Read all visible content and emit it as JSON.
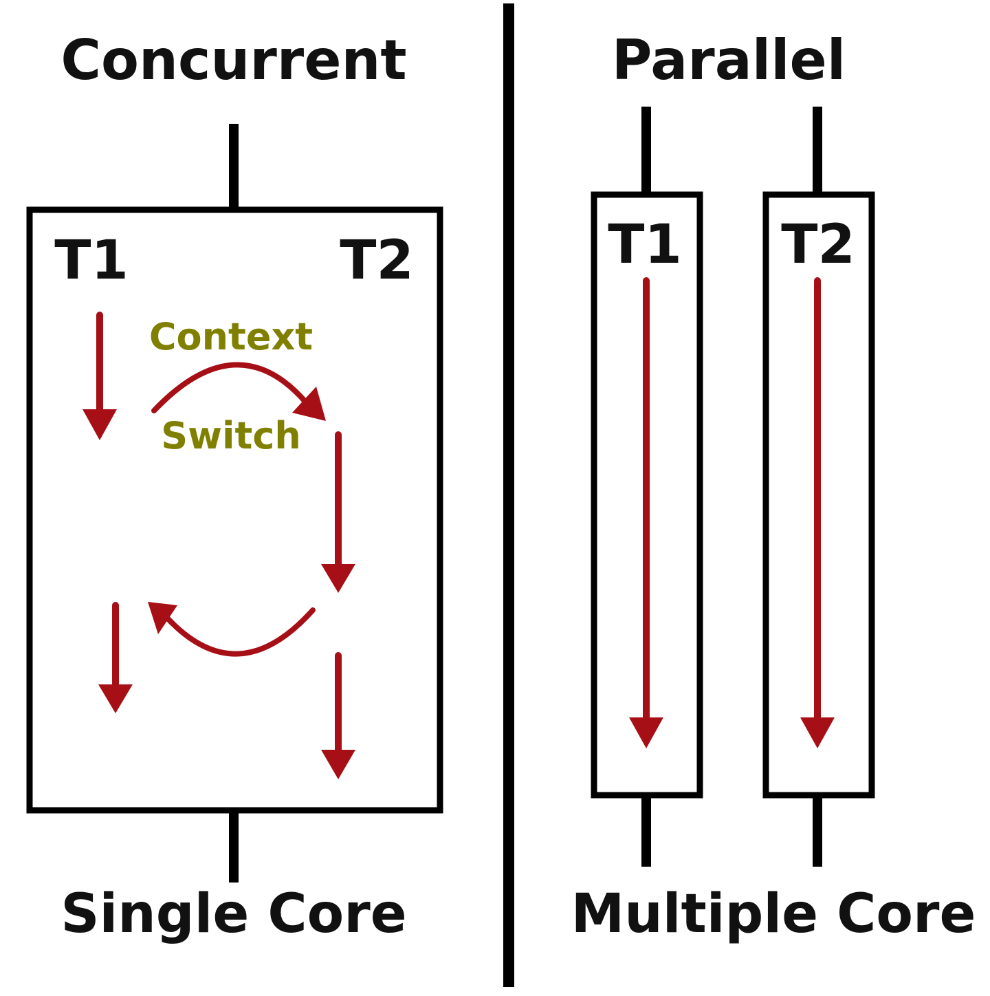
{
  "concurrent": {
    "title": "Concurrent",
    "thread_left": "T1",
    "thread_right": "T2",
    "context_label": "Context",
    "switch_label": "Switch",
    "footer": "Single Core"
  },
  "parallel": {
    "title": "Parallel",
    "thread_a": "T1",
    "thread_b": "T2",
    "footer": "Multiple Core"
  },
  "colors": {
    "arrow": "#A50F15",
    "context_text": "#808000",
    "line": "#000000"
  }
}
